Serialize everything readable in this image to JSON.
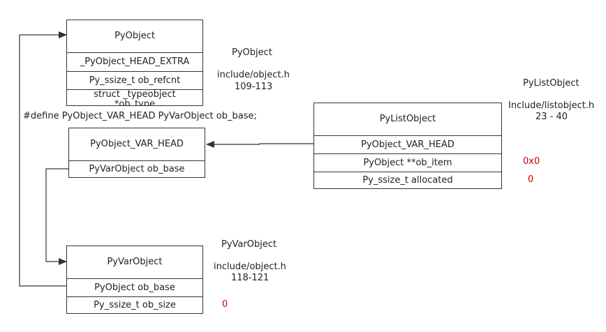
{
  "pyobject": {
    "title": "PyObject",
    "fields": [
      "_PyObject_HEAD_EXTRA",
      "Py_ssize_t ob_refcnt",
      "struct _typeobject\n*ob_type"
    ],
    "note_name": "PyObject",
    "note_file": "include/object.h",
    "note_lines": "109-113"
  },
  "define_line": "#define PyObject_VAR_HEAD PyVarObject ob_base;",
  "var_head": {
    "title": "PyObject_VAR_HEAD",
    "fields": [
      "PyVarObject ob_base"
    ]
  },
  "pylist": {
    "title": "PyListObject",
    "fields": [
      "PyObject_VAR_HEAD",
      "PyObject **ob_item",
      "Py_ssize_t allocated"
    ],
    "note_name": "PyListObject",
    "note_file": "Include/listobject.h",
    "note_lines": "23 - 40",
    "value_ob_item": "0x0",
    "value_allocated": "0"
  },
  "pyvar": {
    "title": "PyVarObject",
    "fields": [
      "PyObject ob_base",
      "Py_ssize_t ob_size"
    ],
    "note_name": "PyVarObject",
    "note_file": "include/object.h",
    "note_lines": "118-121",
    "value_ob_size": "0"
  },
  "colors": {
    "line": "#333333",
    "value": "#cc0000"
  }
}
